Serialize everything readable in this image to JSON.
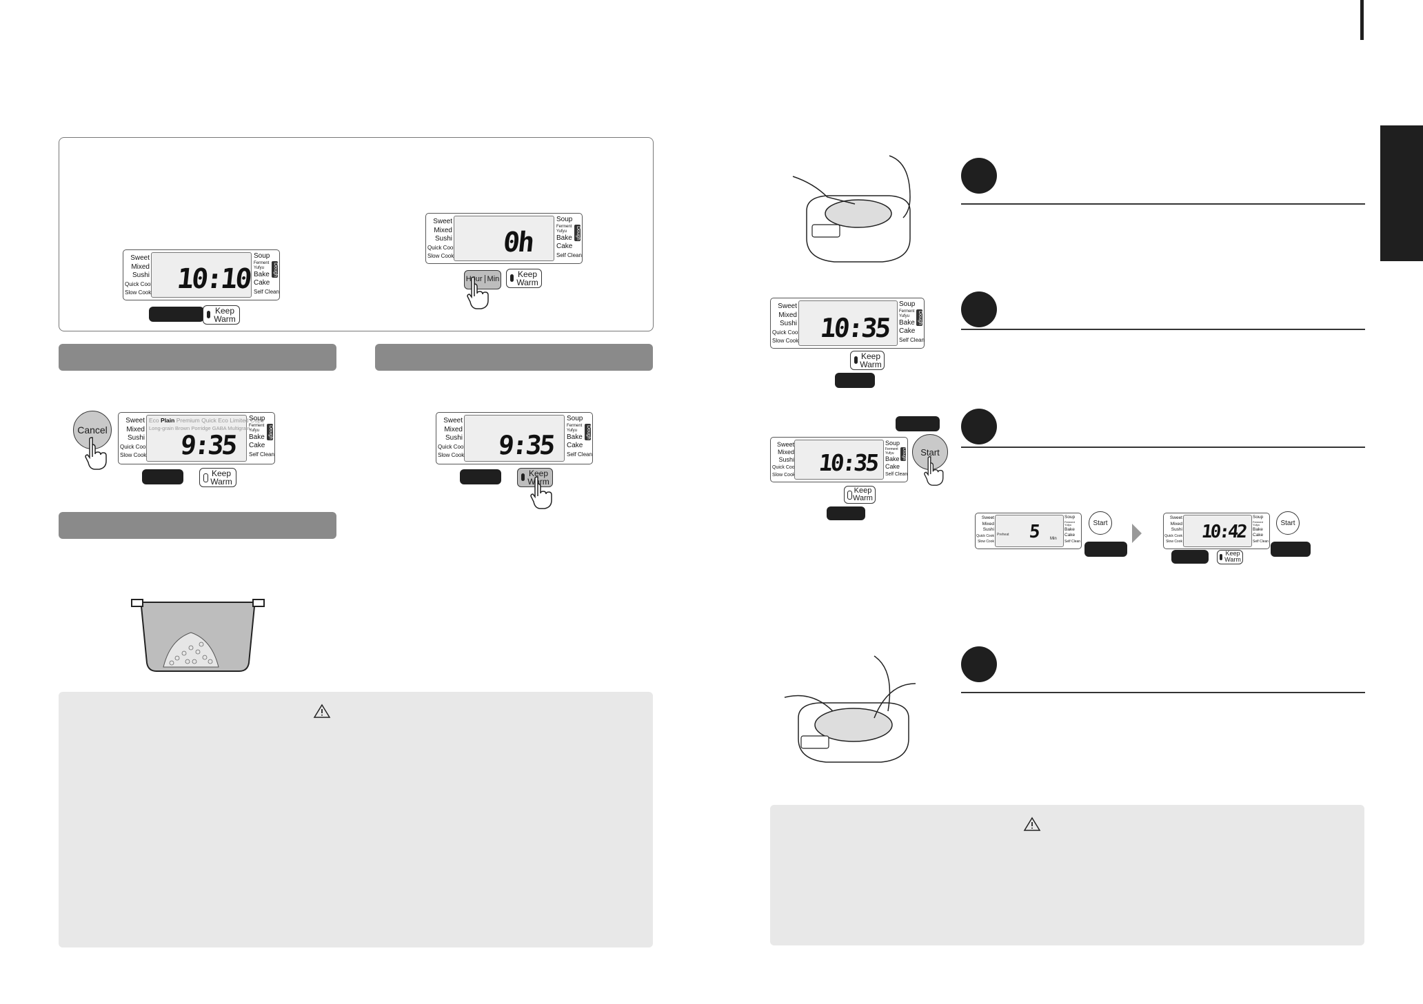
{
  "colors": {
    "gray_bar": "#8a8a8a",
    "note_bg": "#e8e8e8",
    "dark": "#1f1f1f"
  },
  "lcd_labels": {
    "left": [
      "Sweet",
      "Mixed",
      "Sushi",
      "Quick Cook",
      "Slow Cook"
    ],
    "right": [
      "Soup",
      "Bake",
      "Cake",
      "Self Clean"
    ],
    "right_small": [
      "Ferment",
      "Yufyu"
    ],
    "menu_row_1": [
      "Eco",
      "Plain",
      "Premium",
      "Quick",
      "Eco",
      "Limited Cups"
    ],
    "menu_row_2": [
      "Long-grain",
      "Brown",
      "Porridge",
      "GABA",
      "Multigrain"
    ],
    "vtag": "Dough",
    "min_unit": "Min"
  },
  "buttons": {
    "keep_warm_1": "Keep",
    "keep_warm_2": "Warm",
    "hour": "Hour",
    "min": "Min",
    "cancel": "Cancel",
    "start": "Start"
  },
  "displays": {
    "top_clock": "10:10",
    "top_timer": "0h",
    "cancel_panel": "9:35",
    "keepwarm_panel": "9:35",
    "step2": "10:35",
    "step3": "10:35",
    "countdown": "5",
    "countdown_small": "Preheat",
    "done": "10:42"
  },
  "icons": [
    "warning-triangle-icon",
    "pointing-hand-icon",
    "arrow-right-icon"
  ]
}
